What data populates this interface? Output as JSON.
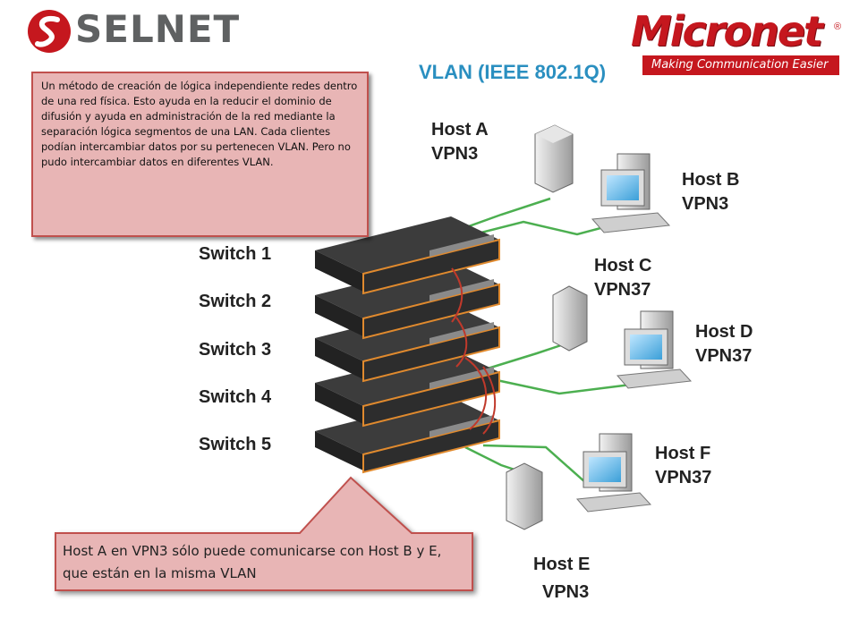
{
  "header": {
    "left_logo": "SELNET",
    "right_logo": "Micronet",
    "right_logo_reg": "®",
    "right_tagline": "Making Communication Easier"
  },
  "title": "VLAN (IEEE 802.1Q)",
  "description": "Un método de creación de lógica independiente redes dentro de una red física. Esto ayuda en la reducir el dominio de difusión y ayuda en administración de la red mediante la separación lógica segmentos de una LAN. Cada clientes podían intercambiar datos por su pertenecen VLAN. Pero no pudo intercambiar datos en diferentes VLAN.",
  "switches": [
    "Switch 1",
    "Switch 2",
    "Switch 3",
    "Switch 4",
    "Switch 5"
  ],
  "hosts": [
    {
      "name": "Host A",
      "vlan": "VPN3"
    },
    {
      "name": "Host B",
      "vlan": "VPN3"
    },
    {
      "name": "Host C",
      "vlan": "VPN37"
    },
    {
      "name": "Host D",
      "vlan": "VPN37"
    },
    {
      "name": "Host F",
      "vlan": "VPN37"
    },
    {
      "name": "Host E",
      "vlan": "VPN3"
    }
  ],
  "note": "Host A en VPN3 sólo puede comunicarse con Host B y E, que están en la misma VLAN",
  "colors": {
    "title": "#2a8fc0",
    "micronet_red": "#c5171e",
    "callout_fill": "#e8b5b5",
    "callout_border": "#c0504d",
    "cable_green": "#4caf50",
    "switch_accent": "#e08a2e"
  }
}
